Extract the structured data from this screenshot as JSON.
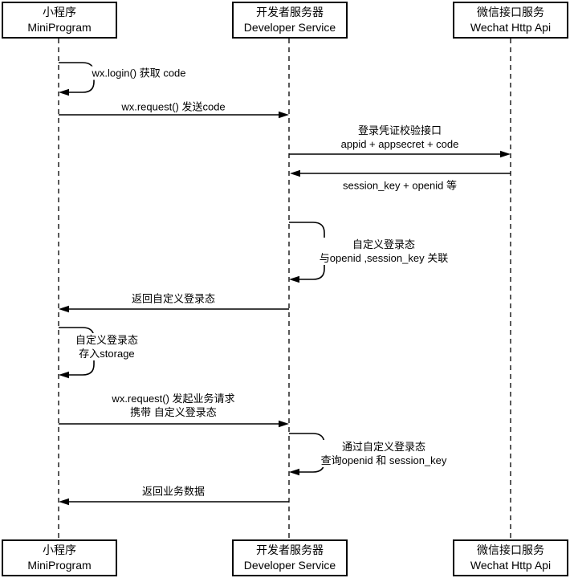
{
  "diagram": {
    "title": "WeChat Mini Program login sequence diagram",
    "colors": {
      "line": "#000000",
      "background": "#ffffff",
      "text": "#000000"
    },
    "actors": [
      {
        "id": "miniprogram",
        "name_zh": "小程序",
        "name_en": "MiniProgram"
      },
      {
        "id": "developer-service",
        "name_zh": "开发者服务器",
        "name_en": "Developer Service"
      },
      {
        "id": "wechat-api",
        "name_zh": "微信接口服务",
        "name_en": "Wechat Http Api"
      }
    ],
    "messages": [
      {
        "label": "wx.login() 获取 code",
        "type": "self",
        "from": "miniprogram",
        "to": "miniprogram"
      },
      {
        "label": "wx.request() 发送code",
        "type": "arrow",
        "from": "miniprogram",
        "to": "developer-service"
      },
      {
        "label": "登录凭证校验接口\nappid + appsecret + code",
        "type": "arrow",
        "from": "developer-service",
        "to": "wechat-api"
      },
      {
        "label": "session_key + openid 等",
        "type": "arrow",
        "from": "wechat-api",
        "to": "developer-service"
      },
      {
        "label": "自定义登录态\n与openid ,session_key 关联",
        "type": "self",
        "from": "developer-service",
        "to": "developer-service"
      },
      {
        "label": "返回自定义登录态",
        "type": "arrow",
        "from": "developer-service",
        "to": "miniprogram"
      },
      {
        "label": "自定义登录态\n存入storage",
        "type": "self",
        "from": "miniprogram",
        "to": "miniprogram"
      },
      {
        "label": "wx.request() 发起业务请求\n携带 自定义登录态",
        "type": "arrow",
        "from": "miniprogram",
        "to": "developer-service"
      },
      {
        "label": "通过自定义登录态\n查询openid 和 session_key",
        "type": "self",
        "from": "developer-service",
        "to": "developer-service"
      },
      {
        "label": "返回业务数据",
        "type": "arrow",
        "from": "developer-service",
        "to": "miniprogram"
      }
    ]
  }
}
